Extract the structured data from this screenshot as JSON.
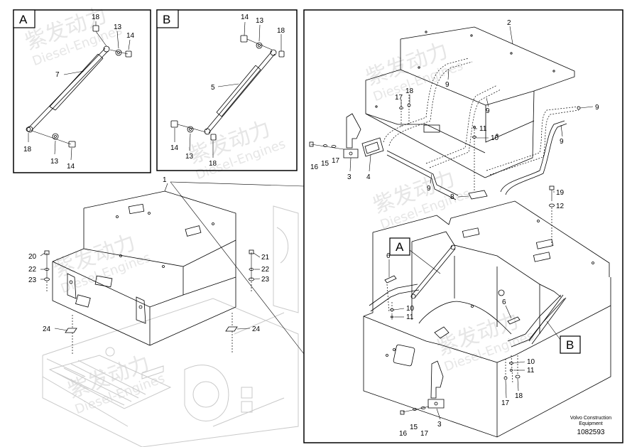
{
  "watermark": {
    "brand_cn": "紫发动力",
    "brand_en": "Diesel-Engines"
  },
  "detail_a": {
    "badge": "A",
    "callouts": [
      "18",
      "13",
      "14",
      "7",
      "18",
      "13",
      "14"
    ]
  },
  "detail_b": {
    "badge": "B",
    "callouts": [
      "14",
      "13",
      "18",
      "5",
      "14",
      "13",
      "18"
    ]
  },
  "left_view": {
    "callouts": [
      "1",
      "20",
      "22",
      "23",
      "21",
      "22",
      "23",
      "24",
      "24"
    ]
  },
  "right_panel": {
    "callouts": [
      "2",
      "9",
      "9",
      "9",
      "9",
      "9",
      "17",
      "18",
      "11",
      "10",
      "16",
      "15",
      "17",
      "3",
      "4",
      "8",
      "19",
      "12",
      "6",
      "10",
      "11",
      "6",
      "10",
      "11",
      "17",
      "18",
      "16",
      "15",
      "17",
      "3"
    ],
    "badge_a": "A",
    "badge_b": "B"
  },
  "footer": {
    "maker_line1": "Volvo Construction",
    "maker_line2": "Equipment",
    "drawing_number": "1082593"
  }
}
